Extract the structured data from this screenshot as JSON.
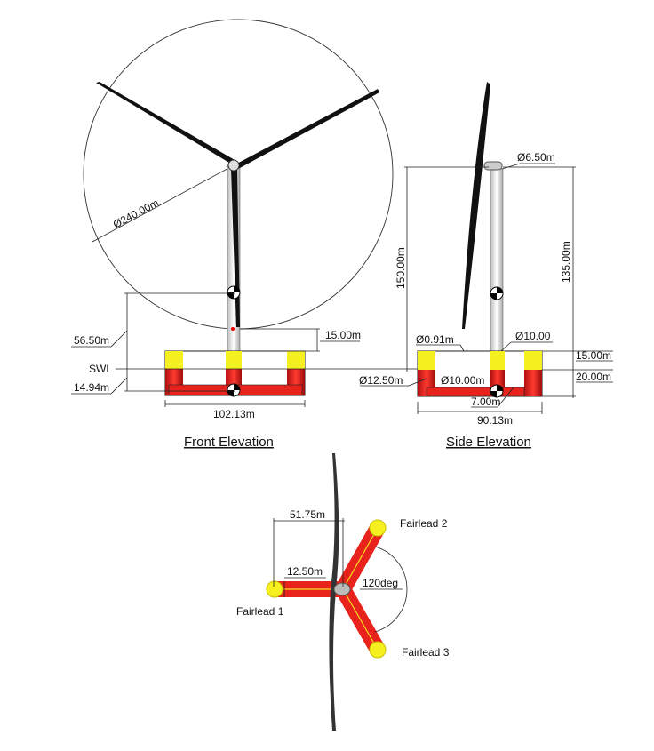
{
  "front_elevation": {
    "title": "Front Elevation",
    "rotor_diameter": "Ø240.00m",
    "hub_depth_dim": "56.50m",
    "swl_label": "SWL",
    "draft_cg": "14.94m",
    "width": "102.13m",
    "blade_clearance": "15.00m"
  },
  "side_elevation": {
    "title": "Side Elevation",
    "hub_height": "150.00m",
    "tower_height": "135.00m",
    "tower_top_diameter": "Ø6.50m",
    "brace_diameter": "Ø0.91m",
    "tower_base_diameter": "Ø10.00",
    "freeboard": "15.00m",
    "outer_column_diameter": "Ø12.50m",
    "center_column_diameter": "Ø10.00m",
    "draft": "20.00m",
    "pontoon_height": "7.00m",
    "width": "90.13m"
  },
  "top_view": {
    "radius_dim": "51.75m",
    "column_dim": "12.50m",
    "angle": "120deg",
    "fairleads": [
      "Fairlead 1",
      "Fairlead 2",
      "Fairlead 3"
    ]
  },
  "colors": {
    "column_top": "#f5f020",
    "submerged": "#e8231c",
    "blade": "#111111"
  }
}
